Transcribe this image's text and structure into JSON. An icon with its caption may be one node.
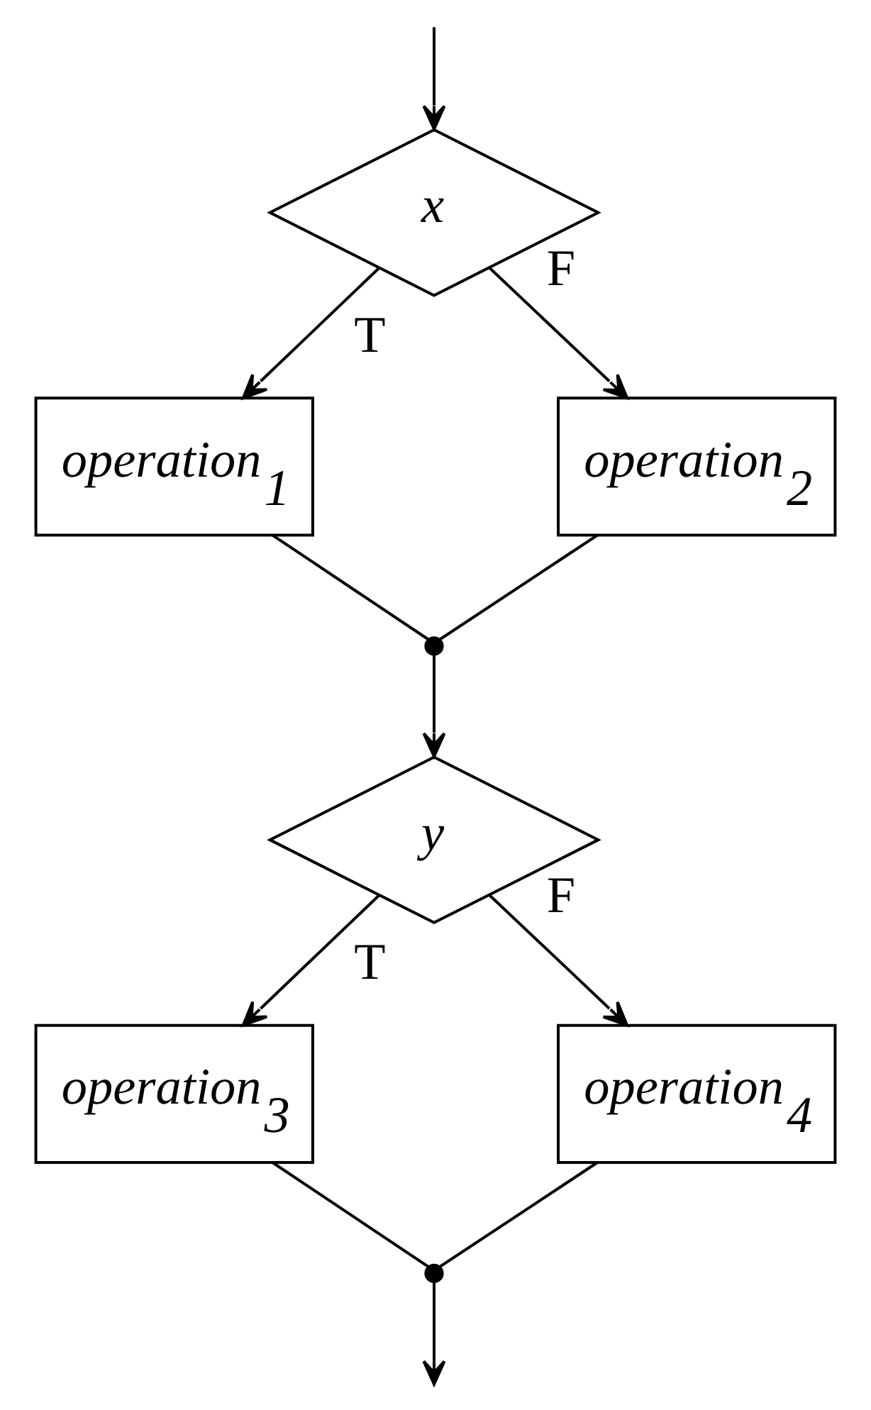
{
  "diagram": {
    "nodes": [
      {
        "text": [
          "x"
        ]
      },
      {
        "text": [
          "operation$_{1}$"
        ]
      },
      {
        "text": [
          "operation$_{2}$"
        ]
      },
      {
        "text": [],
        "shape": "circle"
      },
      {
        "text": [
          "y"
        ]
      },
      {
        "text": [
          "operation$_{3}$"
        ]
      },
      {
        "text": [
          "operation$_{4}$"
        ]
      },
      {
        "text": [],
        "shape": "circle"
      }
    ],
    "edges": [
      {
        "from": null,
        "to": 0,
        "arrow": "to"
      },
      {
        "from": 0,
        "to": 1,
        "arrow": "to",
        "label": "T"
      },
      {
        "from": 0,
        "to": 2,
        "arrow": "to",
        "label": "F"
      },
      {
        "from": 1,
        "to": 3,
        "arrow": "none"
      },
      {
        "from": 2,
        "to": 3,
        "arrow": "none"
      },
      {
        "from": 3,
        "to": 4,
        "arrow": "to"
      },
      {
        "from": 4,
        "to": 5,
        "arrow": "to",
        "label": "T"
      },
      {
        "from": 4,
        "to": 6,
        "arrow": "to",
        "label": "F"
      },
      {
        "from": 5,
        "to": 7,
        "arrow": "none"
      },
      {
        "from": 6,
        "to": 7,
        "arrow": "none"
      },
      {
        "from": 7,
        "to": null,
        "arrow": "to"
      }
    ]
  }
}
